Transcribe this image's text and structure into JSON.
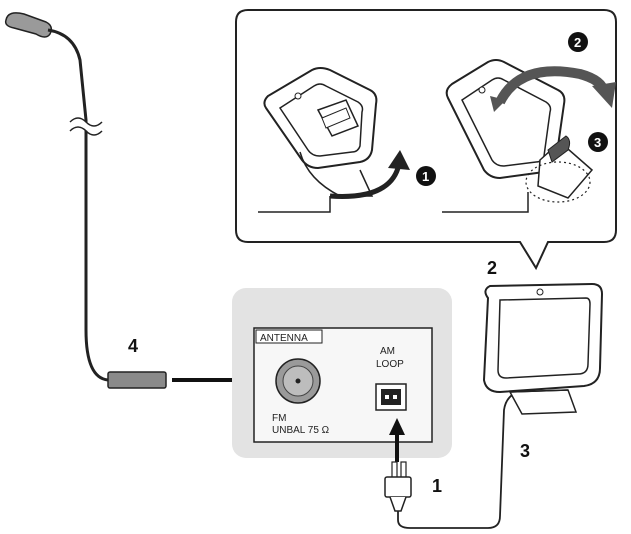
{
  "panel": {
    "section_label": "ANTENNA",
    "fm_label": "FM",
    "fm_spec": "UNBAL 75 Ω",
    "am_label_line1": "AM",
    "am_label_line2": "LOOP"
  },
  "steps": {
    "step1": "1",
    "step2": "2",
    "step3": "3",
    "step4": "4"
  },
  "callout_badges": {
    "badge1": "1",
    "badge2": "2",
    "badge3": "3"
  },
  "colors": {
    "panel_bg": "#e3e3e3",
    "line": "#222222",
    "connector_fill": "#8a8a8a"
  }
}
